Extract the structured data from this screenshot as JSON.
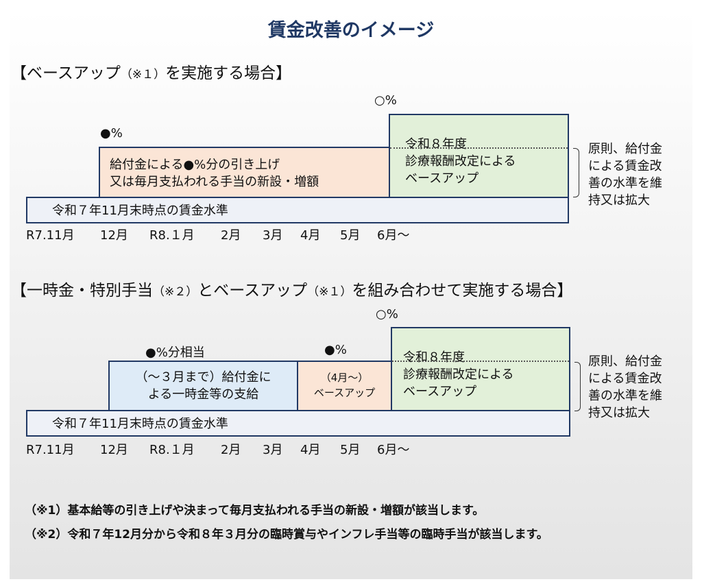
{
  "title": "賃金改善のイメージ",
  "section1": {
    "heading_pre": "【ベースアップ",
    "heading_note": "（※１）",
    "heading_post": "を実施する場合】",
    "top_label": "○%",
    "raise_label": "●%",
    "raise_box": [
      "給付金による●%分の引き上げ",
      "又は毎月支払われる手当の新設・増額"
    ],
    "green_box": [
      "令和８年度",
      "診療報酬改定による",
      "ベースアップ"
    ],
    "base_box": "令和７年11月末時点の賃金水準",
    "side_text": "原則、給付金による賃金改善の水準を維持又は拡大",
    "months": [
      "R7.11月",
      "12月",
      "R8.１月",
      "2月",
      "3月",
      "4月",
      "5月",
      "6月〜"
    ]
  },
  "section2": {
    "heading_pre": "【一時金・特別手当",
    "heading_note1": "（※２）",
    "heading_mid": "とベースアップ",
    "heading_note2": "（※１）",
    "heading_post": "を組み合わせて実施する場合】",
    "top_label": "○%",
    "lump_label": "●%分相当",
    "baseup_label": "●%",
    "lump_box": [
      "（〜３月まで）給付金に",
      "よる一時金等の支給"
    ],
    "baseup_box": [
      "（4月〜）",
      "ベースアップ"
    ],
    "green_box": [
      "令和８年度",
      "診療報酬改定による",
      "ベースアップ"
    ],
    "base_box": "令和７年11月末時点の賃金水準",
    "side_text": "原則、給付金による賃金改善の水準を維持又は拡大",
    "months": [
      "R7.11月",
      "12月",
      "R8.１月",
      "2月",
      "3月",
      "4月",
      "5月",
      "6月〜"
    ]
  },
  "notes": [
    "（※1）基本給等の引き上げや決まって毎月支払われる手当の新設・増額が該当します。",
    "（※2）令和７年12月分から令和８年３月分の臨時賞与やインフレ手当等の臨時手当が該当します。"
  ]
}
